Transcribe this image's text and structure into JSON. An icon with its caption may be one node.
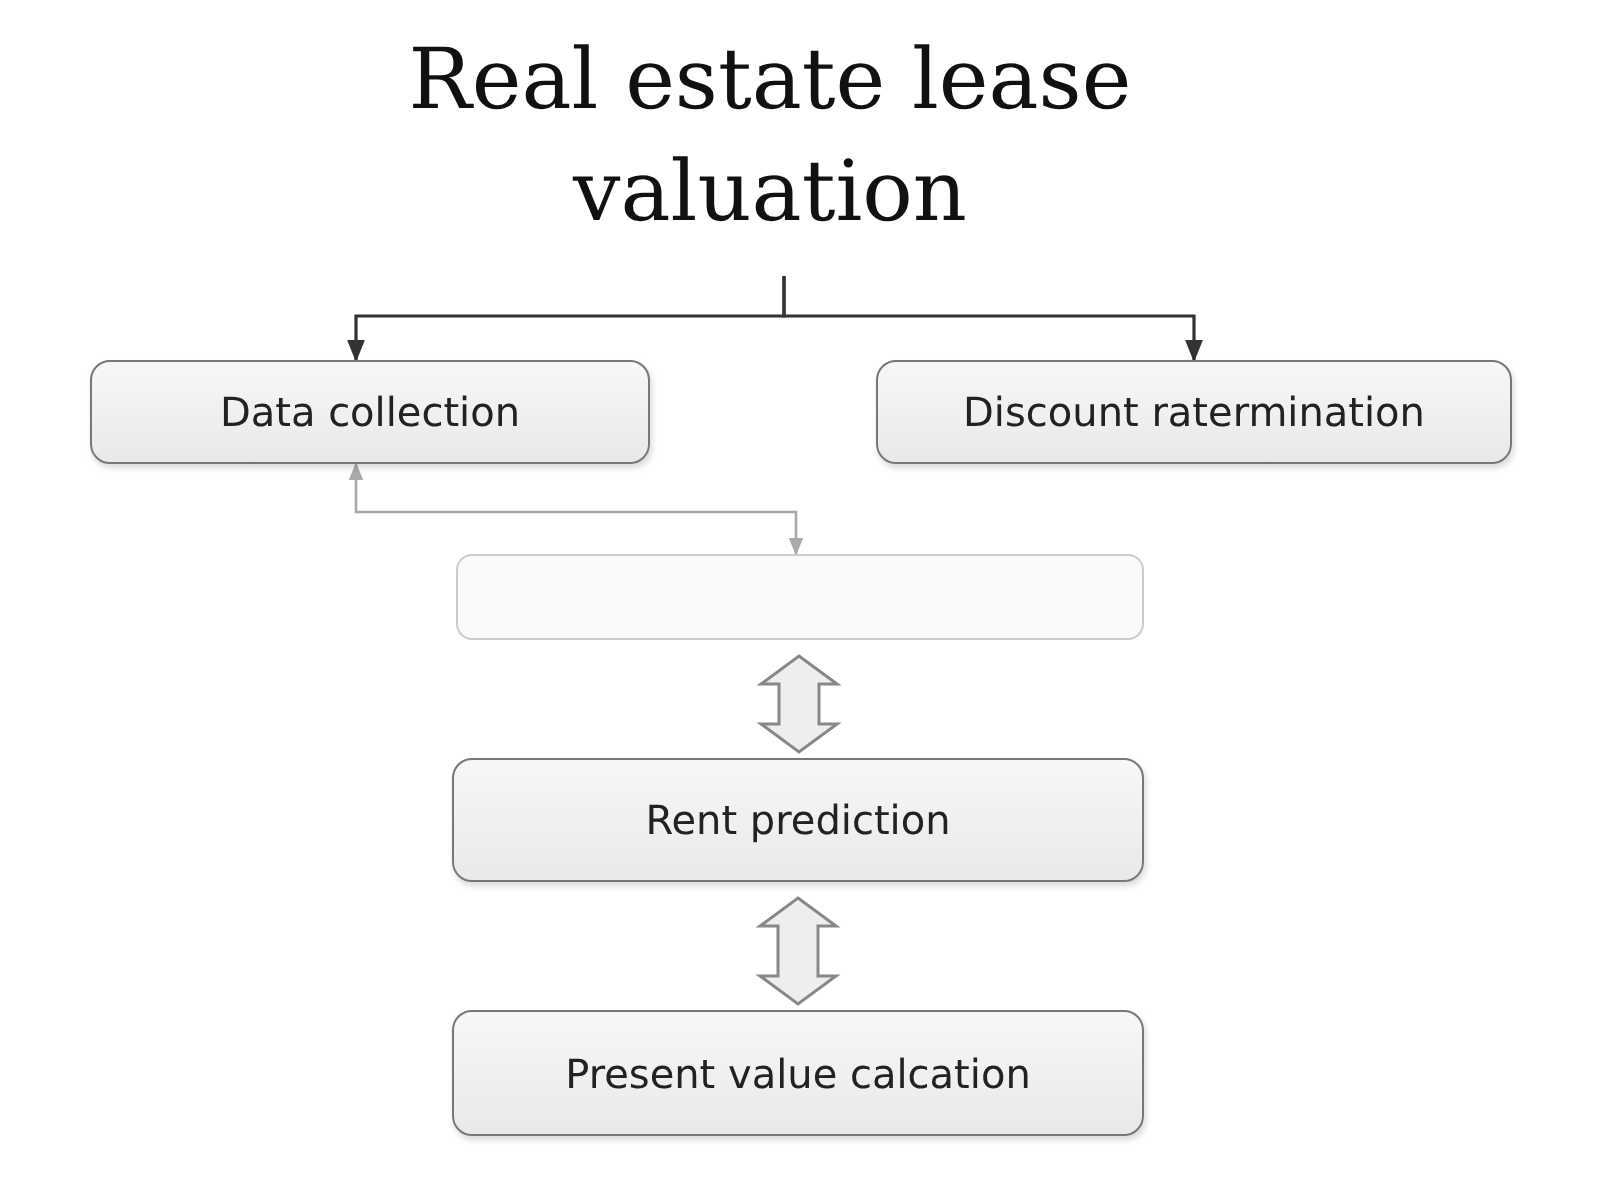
{
  "diagram": {
    "title": "Real estate lease valuation",
    "nodes": [
      {
        "text": [
          "Data collection"
        ]
      },
      {
        "text": [
          "Discount ratermination"
        ]
      },
      {
        "text": [],
        "shape": "box"
      },
      {
        "text": [
          "Rent prediction"
        ]
      },
      {
        "text": [
          "Present value calcation"
        ]
      }
    ],
    "edges": [
      {
        "from": null,
        "to": 0,
        "arrow": "to"
      },
      {
        "from": null,
        "to": 1,
        "arrow": "to"
      },
      {
        "from": 2,
        "to": 0,
        "arrow": "both",
        "color": "#aaaaaa"
      },
      {
        "from": 2,
        "to": 3,
        "arrow": "both",
        "style": "thick"
      },
      {
        "from": 3,
        "to": 4,
        "arrow": "both",
        "style": "thick"
      }
    ]
  }
}
